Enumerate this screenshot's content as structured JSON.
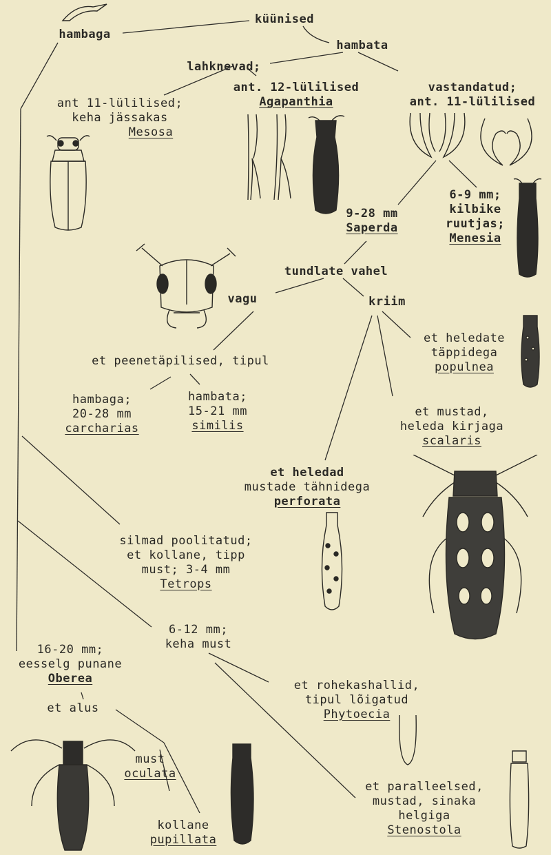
{
  "nodes": {
    "root": "küünised",
    "hambaga": "hambaga",
    "hambata": "hambata",
    "lahknevad": "lahknevad;",
    "ant12": "ant. 12-lülilised",
    "agapanthia": "Agapanthia",
    "vastandatud": "vastandatud;",
    "ant11_a": "ant. 11-lülilised",
    "mesosa": {
      "l1": "ant 11-lülilised;",
      "l2": "keha jässakas",
      "genus": "Mesosa"
    },
    "saperda": {
      "l1": "9-28 mm",
      "genus": "Saperda"
    },
    "menesia": {
      "l1": "6-9 mm;",
      "l2": "kilbike",
      "l3": "ruutjas;",
      "genus": "Menesia"
    },
    "tundlate": "tundlate vahel",
    "vagu": "vagu",
    "kriim": "kriim",
    "peenetapilised": "et peenetäpilised, tipul",
    "carcharias": {
      "l1": "hambaga;",
      "l2": "20-28 mm",
      "species": "carcharias"
    },
    "similis": {
      "l1": "hambata;",
      "l2": "15-21 mm",
      "species": "similis"
    },
    "populnea": {
      "l1": "et heledate",
      "l2": "täppidega",
      "species": "populnea"
    },
    "scalaris": {
      "l1": "et mustad,",
      "l2": "heleda kirjaga",
      "species": "scalaris"
    },
    "perforata": {
      "l1": "et heledad",
      "l2": "mustade tähnidega",
      "species": "perforata"
    },
    "tetrops": {
      "l1": "silmad poolitatud;",
      "l2": "et kollane, tipp",
      "l3": "must; 3-4 mm",
      "genus": "Tetrops"
    },
    "keha_must": {
      "l1": "6-12 mm;",
      "l2": "keha must"
    },
    "oberea": {
      "l1": "16-20 mm;",
      "l2": "eesselg punane",
      "genus": "Oberea"
    },
    "et_alus": "et alus",
    "oculata": {
      "l1": "must",
      "species": "oculata"
    },
    "pupillata": {
      "l1": "kollane",
      "species": "pupillata"
    },
    "phytoecia": {
      "l1": "et rohekashallid,",
      "l2": "tipul lõigatud",
      "genus": "Phytoecia"
    },
    "stenostola": {
      "l1": "et paralleelsed,",
      "l2": "mustad, sinaka",
      "l3": "helgiga",
      "genus": "Stenostola"
    }
  },
  "colors": {
    "paper": "#efe9c9",
    "ink": "#2b2a26"
  }
}
